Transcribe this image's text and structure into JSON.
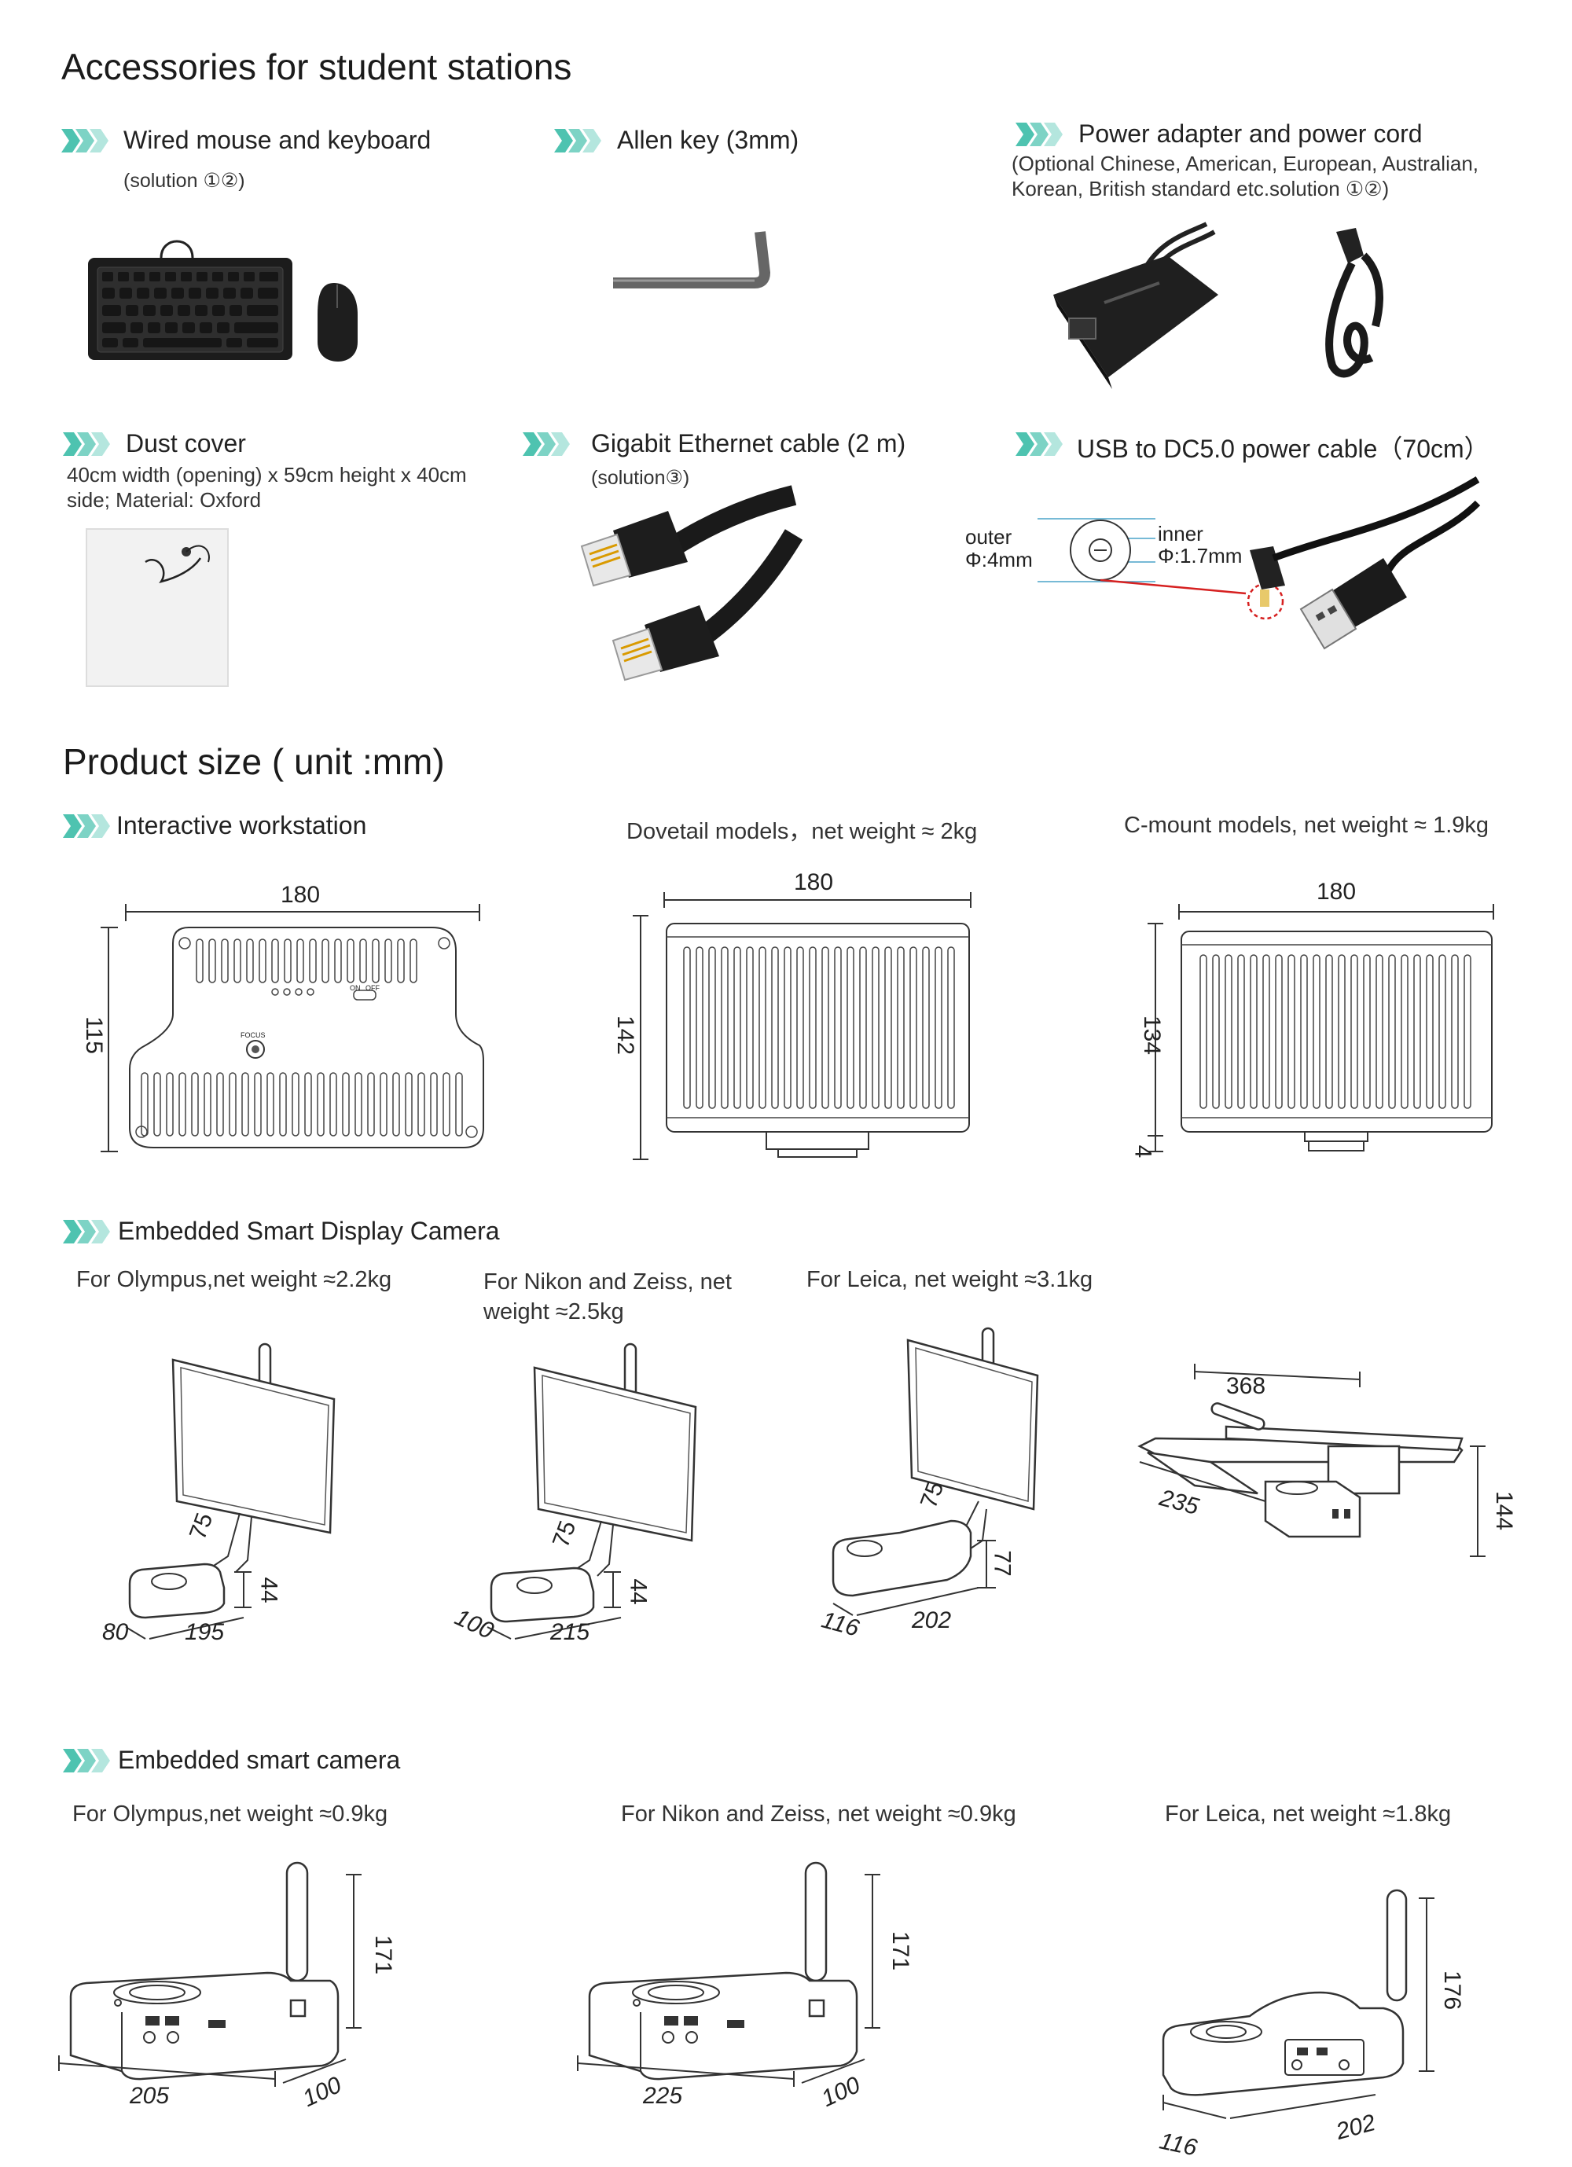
{
  "accessories": {
    "title": "Accessories for student stations",
    "items": [
      {
        "title": "Wired mouse and keyboard",
        "note": "(solution ①②)"
      },
      {
        "title": "Allen key (3mm)"
      },
      {
        "title": "Power adapter and power cord",
        "note": "(Optional Chinese, American, European, Australian, Korean, British standard etc.solution ①②)"
      },
      {
        "title": "Dust cover",
        "note": "40cm width (opening) x 59cm height x 40cm side; Material: Oxford"
      },
      {
        "title": "Gigabit Ethernet cable (2 m)",
        "note": "(solution③)"
      },
      {
        "title": "USB to DC5.0 power cable（70cm）"
      }
    ],
    "usb_labels": {
      "outer": "outer",
      "outer_dim": "Φ:4mm",
      "inner": "inner",
      "inner_dim": "Φ:1.7mm"
    }
  },
  "product_size": {
    "title": "Product size ( unit :mm)",
    "workstation": {
      "title": "Interactive workstation",
      "width": "180",
      "height": "115",
      "button_labels": [
        "FOCUS",
        "ON",
        "OFF"
      ]
    },
    "dovetail": {
      "caption": "Dovetail models，net weight ≈ 2kg",
      "width": "180",
      "height": "142"
    },
    "cmount": {
      "caption": "C-mount models, net weight ≈ 1.9kg",
      "width": "180",
      "height": "134",
      "extra": "4"
    }
  },
  "display_camera": {
    "title": "Embedded Smart Display Camera",
    "models": [
      {
        "caption": "For Olympus,net weight ≈2.2kg",
        "d1": "75",
        "d2": "44",
        "d3": "80",
        "d4": "195"
      },
      {
        "caption": "For Nikon and Zeiss, net weight ≈2.5kg",
        "d1": "75",
        "d2": "44",
        "d3": "100",
        "d4": "215"
      },
      {
        "caption": "For Leica, net weight ≈3.1kg",
        "d1": "75",
        "d2": "77",
        "d3": "116",
        "d4": "202"
      }
    ],
    "side_view": {
      "width": "368",
      "depth": "235",
      "height": "144"
    }
  },
  "smart_camera": {
    "title": "Embedded smart camera",
    "models": [
      {
        "caption": "For Olympus,net weight ≈0.9kg",
        "height": "171",
        "length": "205",
        "depth": "100"
      },
      {
        "caption": "For Nikon and Zeiss, net weight ≈0.9kg",
        "height": "171",
        "length": "225",
        "depth": "100"
      },
      {
        "caption": "For Leica, net weight ≈1.8kg",
        "height": "176",
        "length": "202",
        "depth": "116"
      }
    ]
  },
  "colors": {
    "marker": "#4ec3b0",
    "marker_light": "#a7e1d8",
    "text": "#222222"
  }
}
